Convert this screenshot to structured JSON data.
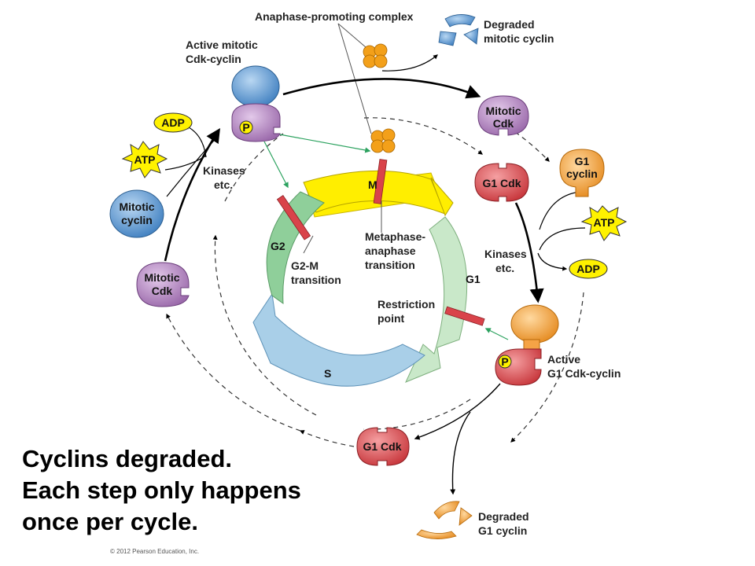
{
  "labels": {
    "apc": "Anaphase-promoting complex",
    "degraded_mitotic_line1": "Degraded",
    "degraded_mitotic_line2": "mitotic cyclin",
    "active_mitotic_line1": "Active mitotic",
    "active_mitotic_line2": "Cdk-cyclin",
    "mitotic_cdk_top_line1": "Mitotic",
    "mitotic_cdk_top_line2": "Cdk",
    "adp_left": "ADP",
    "atp_left": "ATP",
    "kinases_left_line1": "Kinases",
    "kinases_left_line2": "etc.",
    "mitotic_cyclin_line1": "Mitotic",
    "mitotic_cyclin_line2": "cyclin",
    "mitotic_cdk_left_line1": "Mitotic",
    "mitotic_cdk_left_line2": "Cdk",
    "g1_cdk_top": "G1 Cdk",
    "g1_cyclin_line1": "G1",
    "g1_cyclin_line2": "cyclin",
    "atp_right": "ATP",
    "kinases_right_line1": "Kinases",
    "kinases_right_line2": "etc.",
    "adp_right": "ADP",
    "active_g1_line1": "Active",
    "active_g1_line2": "G1 Cdk-cyclin",
    "g1_cdk_bottom": "G1 Cdk",
    "degraded_g1_line1": "Degraded",
    "degraded_g1_line2": "G1 cyclin",
    "phase_p": "P",
    "phase_m": "M",
    "phase_g1": "G1",
    "phase_s": "S",
    "phase_g2": "G2",
    "g2m_line1": "G2-M",
    "g2m_line2": "transition",
    "meta_line1": "Metaphase-",
    "meta_line2": "anaphase",
    "meta_line3": "transition",
    "restriction_line1": "Restriction",
    "restriction_line2": "point"
  },
  "caption": {
    "line1": "Cyclins degraded.",
    "line2": "Each step only happens",
    "line3": "once per cycle."
  },
  "copyright": "© 2012 Pearson Education, Inc.",
  "colors": {
    "cdk_purple": "#b98ac4",
    "cyclin_blue": "#5b9bd5",
    "g1_cdk_red": "#e45a5e",
    "g1_cyclin_orange": "#f5a346",
    "apc_orange": "#f3a01a",
    "atp_yellow": "#fff200",
    "arc_m": "#ffee00",
    "arc_g1": "#c9e8c9",
    "arc_s": "#a9cfe8",
    "arc_g2": "#8fcf9a",
    "checkpoint_red": "#d9434a",
    "green_arrow": "#2ca25f"
  }
}
